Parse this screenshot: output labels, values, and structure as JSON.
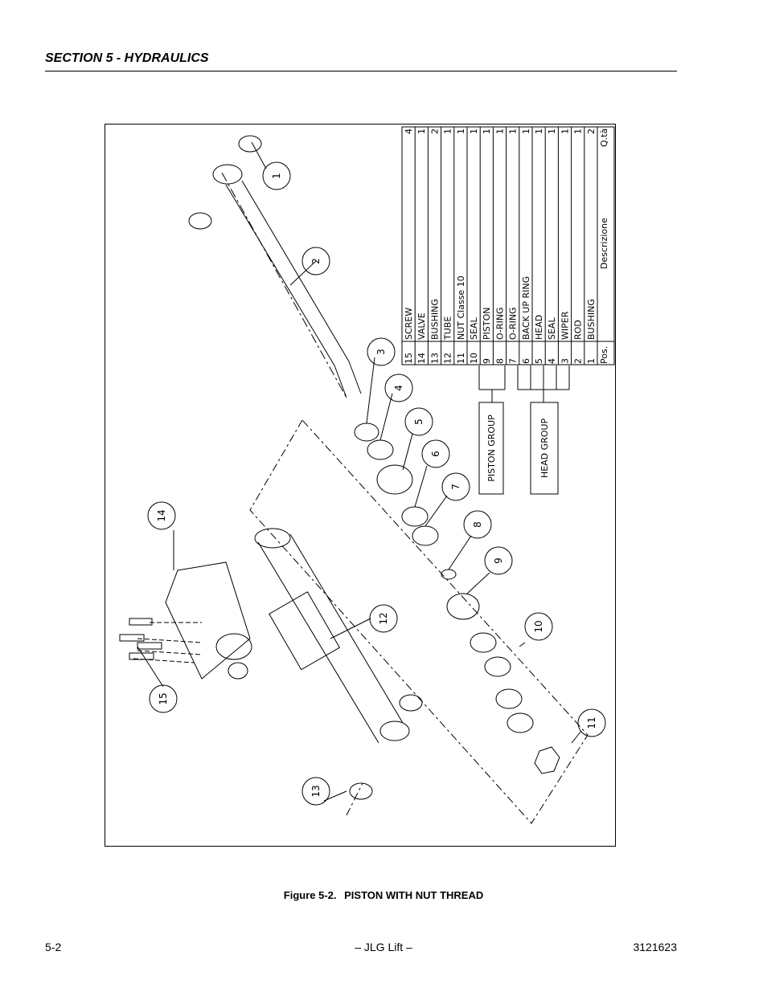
{
  "header": {
    "section_title": "SECTION 5 - HYDRAULICS"
  },
  "figure": {
    "number": "Figure 5-2.",
    "title": "PISTON WITH NUT THREAD",
    "callouts": [
      "1",
      "2",
      "3",
      "4",
      "5",
      "6",
      "7",
      "8",
      "9",
      "10",
      "11",
      "12",
      "13",
      "14",
      "15"
    ],
    "parts_table": {
      "col_pos": "Pos.",
      "col_desc": "Descrizione",
      "col_qty": "Q.tà",
      "rows": [
        {
          "pos": "15",
          "desc": "SCREW",
          "qty": "4"
        },
        {
          "pos": "14",
          "desc": "VALVE",
          "qty": "1"
        },
        {
          "pos": "13",
          "desc": "BUSHING",
          "qty": "2"
        },
        {
          "pos": "12",
          "desc": "TUBE",
          "qty": "1"
        },
        {
          "pos": "11",
          "desc": "NUT Classe 10",
          "qty": "1"
        },
        {
          "pos": "10",
          "desc": "SEAL",
          "qty": "1"
        },
        {
          "pos": "9",
          "desc": "PISTON",
          "qty": "1"
        },
        {
          "pos": "8",
          "desc": "O-RING",
          "qty": "1"
        },
        {
          "pos": "7",
          "desc": "O-RING",
          "qty": "1"
        },
        {
          "pos": "6",
          "desc": "BACK UP RING",
          "qty": "1"
        },
        {
          "pos": "5",
          "desc": "HEAD",
          "qty": "1"
        },
        {
          "pos": "4",
          "desc": "SEAL",
          "qty": "1"
        },
        {
          "pos": "3",
          "desc": "WIPER",
          "qty": "1"
        },
        {
          "pos": "2",
          "desc": "ROD",
          "qty": "1"
        },
        {
          "pos": "1",
          "desc": "BUSHING",
          "qty": "2"
        }
      ]
    },
    "groups": {
      "piston": "PISTON GROUP",
      "head": "HEAD GROUP"
    }
  },
  "footer": {
    "page": "5-2",
    "center": "– JLG Lift –",
    "doc_number": "3121623"
  }
}
